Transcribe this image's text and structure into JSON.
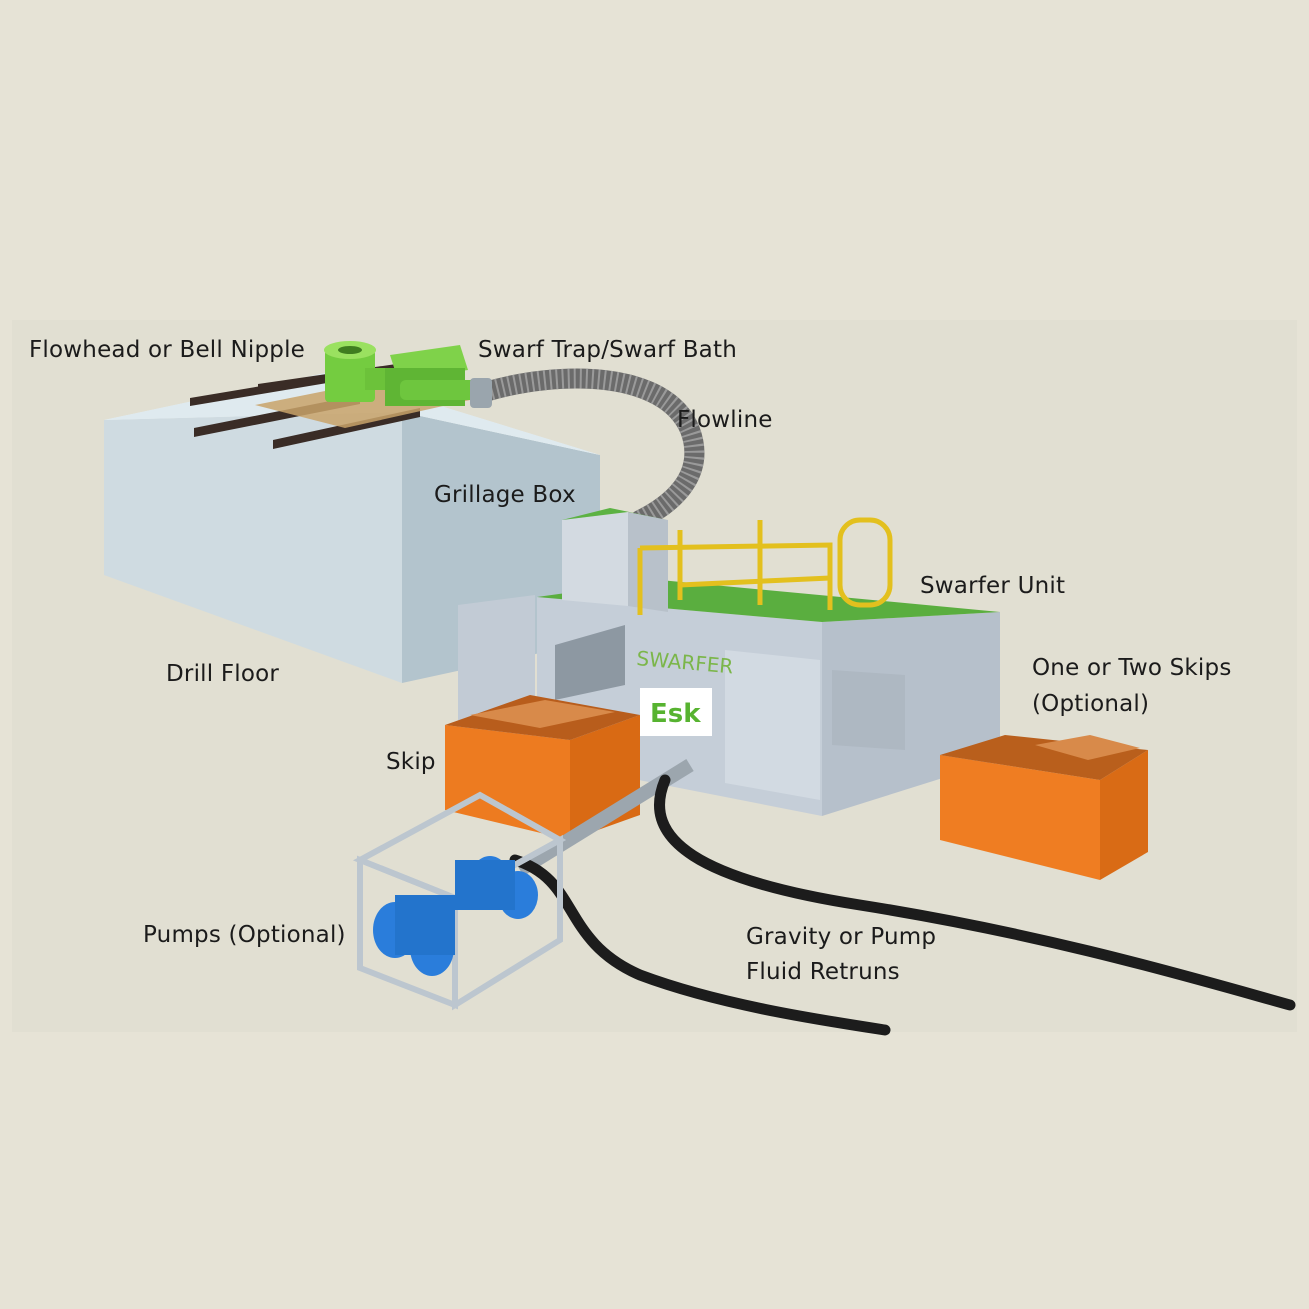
{
  "labels": {
    "flowhead": "Flowhead or Bell Nipple",
    "swarf_trap": "Swarf Trap/Swarf Bath",
    "flowline": "Flowline",
    "grillage_box": "Grillage Box",
    "swarfer_unit": "Swarfer Unit",
    "drill_floor": "Drill Floor",
    "skips_line1": "One or Two Skips",
    "skips_line2": "(Optional)",
    "skip": "Skip",
    "pumps": "Pumps (Optional)",
    "returns_line1": "Gravity or Pump",
    "returns_line2": "Fluid Retruns"
  },
  "unit_branding": {
    "name": "SWARFER",
    "logo": "Esk"
  },
  "colors": {
    "background": "#e6e3d6",
    "floor": "#e1dfd2",
    "drill_floor_block": "#c9d6dc",
    "flowhead_green": "#7ed24a",
    "skip_orange": "#ef7d22",
    "swarfer_body": "#c7d0da",
    "grating_green": "#58ad3f",
    "railing_yellow": "#e8c51c",
    "pump_blue": "#2a7ddb",
    "hose": "#1c1c1c",
    "flowline_hose": "#6c6c6c"
  }
}
